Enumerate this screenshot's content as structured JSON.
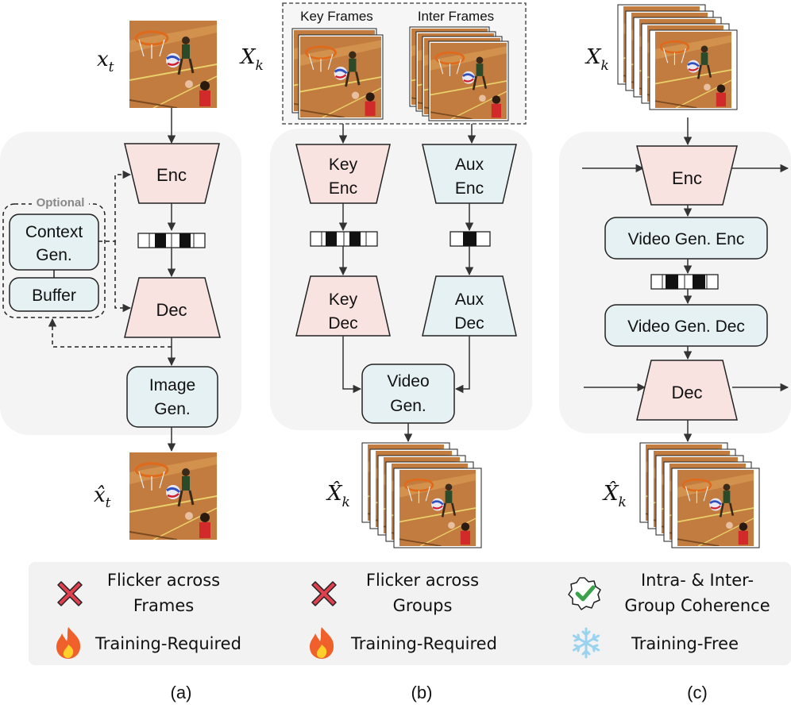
{
  "panel_a": {
    "input_label": "x_t",
    "output_label": "x̂_t",
    "enc_label": "Enc",
    "dec_label": "Dec",
    "optional_label": "Optional",
    "context_gen_label": [
      "Context",
      "Gen."
    ],
    "buffer_label": "Buffer",
    "image_gen_label": [
      "Image",
      "Gen."
    ],
    "caption": "(a)"
  },
  "panel_b": {
    "input_label": "X_k",
    "output_label": "X̂_k",
    "key_frames_label": "Key Frames",
    "inter_frames_label": "Inter Frames",
    "key_enc_label": [
      "Key",
      "Enc"
    ],
    "aux_enc_label": [
      "Aux",
      "Enc"
    ],
    "key_dec_label": [
      "Key",
      "Dec"
    ],
    "aux_dec_label": [
      "Aux",
      "Dec"
    ],
    "video_gen_label": [
      "Video",
      "Gen."
    ],
    "caption": "(b)"
  },
  "panel_c": {
    "input_label": "X_k",
    "output_label": "X̂_k",
    "enc_label": "Enc",
    "video_gen_enc_label": "Video Gen. Enc",
    "video_gen_dec_label": "Video Gen. Dec",
    "dec_label": "Dec",
    "caption": "(c)"
  },
  "legend": {
    "a": {
      "status_lines": [
        "Flicker across",
        "Frames"
      ],
      "status_icon": "red-cross-icon",
      "training_label": "Training-Required",
      "training_icon": "fire-icon"
    },
    "b": {
      "status_lines": [
        "Flicker across",
        "Groups"
      ],
      "status_icon": "red-cross-icon",
      "training_label": "Training-Required",
      "training_icon": "fire-icon"
    },
    "c": {
      "status_lines": [
        "Intra- & Inter-",
        "Group Coherence"
      ],
      "status_icon": "green-check-icon",
      "training_label": "Training-Free",
      "training_icon": "snowflake-icon"
    }
  },
  "colors": {
    "enc_dec_fill": "#f9e3e1",
    "light_blue_fill": "#e6f1f4",
    "panel_bg": "#f4f4f4",
    "legend_bg": "#f2f2f2",
    "cross_red": "#e0414f",
    "check_green": "#3aa24b",
    "snow_blue": "#9ad3f0",
    "fire_orange": "#f0602a",
    "court_floor": "#c27c3f"
  }
}
